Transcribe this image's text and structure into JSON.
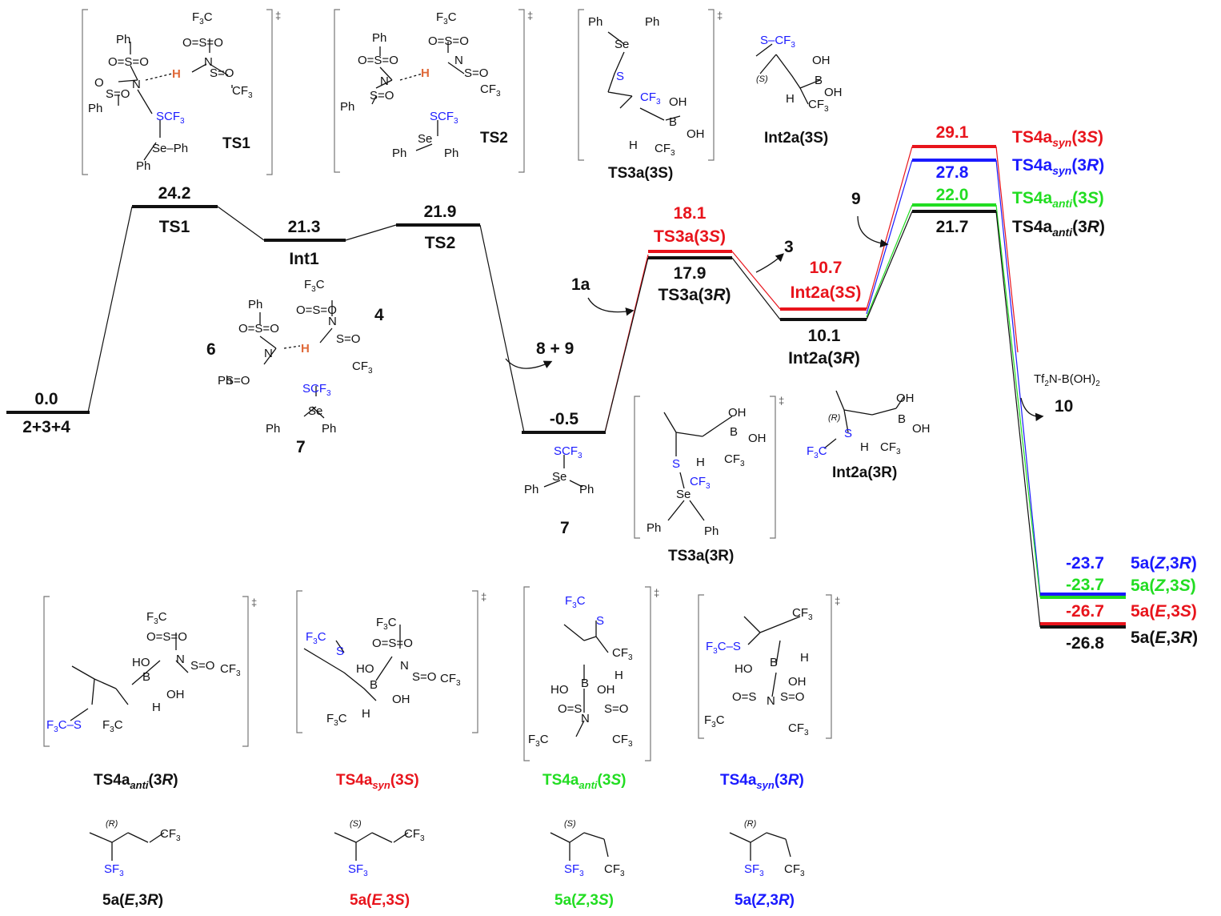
{
  "colors": {
    "black": "#111111",
    "red": "#e8141c",
    "blue": "#1a1aff",
    "green": "#22dd22",
    "orange": "#e06a3a"
  },
  "levels": {
    "start": {
      "energy": "0.0",
      "name": "2+3+4"
    },
    "ts1": {
      "energy": "24.2",
      "name": "TS1"
    },
    "int1": {
      "energy": "21.3",
      "name": "Int1"
    },
    "ts2": {
      "energy": "21.9",
      "name": "TS2"
    },
    "seven": {
      "energy": "-0.5"
    },
    "ts3a_3s": {
      "energy": "18.1",
      "name_main": "TS3a(3",
      "name_it": "S",
      "name_end": ")"
    },
    "ts3a_3r": {
      "energy": "17.9",
      "name_main": "TS3a(3",
      "name_it": "R",
      "name_end": ")"
    },
    "int2a_3s": {
      "energy": "10.7",
      "name_main": "Int2a(3",
      "name_it": "S",
      "name_end": ")"
    },
    "int2a_3r": {
      "energy": "10.1",
      "name_main": "Int2a(3",
      "name_it": "R",
      "name_end": ")"
    },
    "ts4_syn_3s": {
      "energy": "29.1"
    },
    "ts4_syn_3r": {
      "energy": "27.8"
    },
    "ts4_anti_3s": {
      "energy": "22.0"
    },
    "ts4_anti_3r": {
      "energy": "21.7"
    },
    "p_z3r": {
      "energy": "-23.7"
    },
    "p_z3s": {
      "energy": "-23.7"
    },
    "p_e3s": {
      "energy": "-26.7"
    },
    "p_e3r": {
      "energy": "-26.8"
    }
  },
  "arrows": {
    "a1": "1a",
    "a2": "8 + 9",
    "a3": "3",
    "a4": "9",
    "a5": "10",
    "tf2n": "Tf",
    "tf2n_sub": "2",
    "tf2n_end": "N-B(OH)",
    "tf2n_sub2": "2"
  },
  "ts4_labels": {
    "base": "TS4a",
    "syn": "syn",
    "anti": "anti",
    "c3s": "(3",
    "cS": "S",
    "c3r": "R",
    "close": ")"
  },
  "prod_labels": {
    "base": "5a(",
    "z": "Z",
    "e": "E",
    "r3": ",3",
    "s": "S",
    "r": "R",
    "close": ")"
  },
  "structures": {
    "ts1": "TS1",
    "ts2": "TS2",
    "ts3a_3s": "TS3a(3S)",
    "int2a_3s": "Int2a(3S)",
    "ts3a_3r": "TS3a(3R)",
    "int2a_3r": "Int2a(3R)",
    "seven": "7",
    "four": "4",
    "six": "6",
    "seven_mid": "7"
  },
  "bottom_ts": [
    "TS4a anti (3R)",
    "TS4a syn (3S)",
    "TS4a anti (3S)",
    "TS4a syn (3R)"
  ],
  "bottom_products": [
    "5a(E,3R)",
    "5a(E,3S)",
    "5a(Z,3S)",
    "5a(Z,3R)"
  ]
}
